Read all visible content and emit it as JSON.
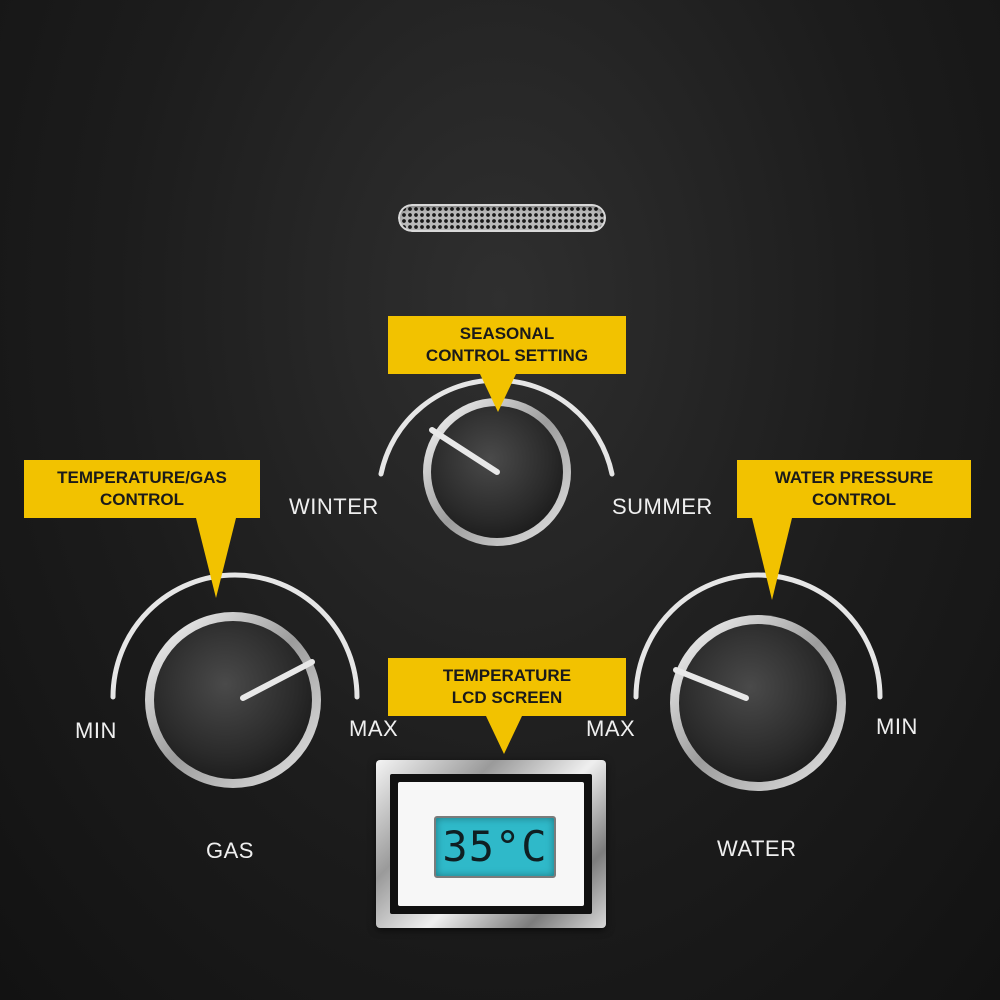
{
  "callouts": {
    "seasonal": {
      "line1": "SEASONAL",
      "line2": "CONTROL SETTING"
    },
    "temp_gas": {
      "line1": "TEMPERATURE/GAS",
      "line2": "CONTROL"
    },
    "water_pressure": {
      "line1": "WATER PRESSURE",
      "line2": "CONTROL"
    },
    "lcd": {
      "line1": "TEMPERATURE",
      "line2": "LCD SCREEN"
    }
  },
  "seasonal_knob": {
    "left_label": "WINTER",
    "right_label": "SUMMER"
  },
  "gas_knob": {
    "min_label": "MIN",
    "max_label": "MAX",
    "name": "GAS"
  },
  "water_knob": {
    "max_label": "MAX",
    "min_label": "MIN",
    "name": "WATER"
  },
  "lcd": {
    "reading": "35°C"
  },
  "colors": {
    "callout": "#f2c200",
    "lcd_backlight": "#2fb9c9",
    "panel": "#1c1c1c"
  },
  "icons": {
    "vent": "perforated-vent-grille"
  }
}
